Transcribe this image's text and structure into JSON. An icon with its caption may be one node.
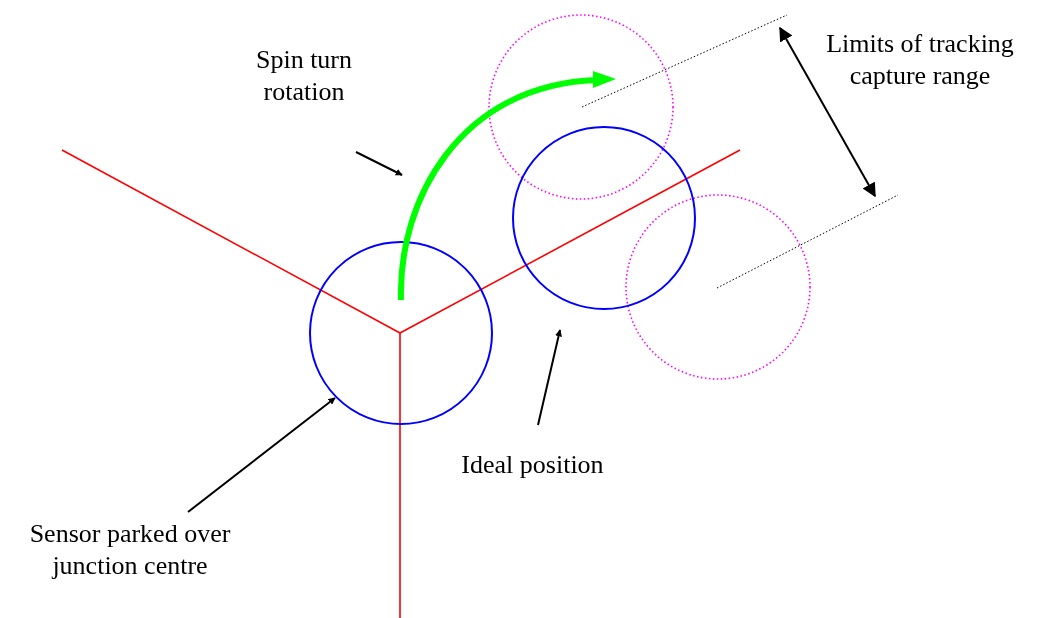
{
  "diagram": {
    "nodes": [
      {
        "text": [
          "Spin turn rotation"
        ]
      },
      {
        "text": [
          "Limits of tracking capture range"
        ]
      },
      {
        "text": [
          "Ideal position"
        ]
      },
      {
        "text": [
          "Sensor parked over junction centre"
        ]
      },
      {
        "text": [],
        "shape": "circle"
      },
      {
        "text": [],
        "shape": "circle"
      },
      {
        "text": [],
        "shape": "arrow"
      },
      {
        "text": [],
        "shape": "circle"
      },
      {
        "text": [],
        "shape": "circle"
      }
    ],
    "edges": [
      {
        "from": 0,
        "to": 6,
        "arrow": "to"
      },
      {
        "from": 2,
        "to": 5,
        "arrow": "to"
      },
      {
        "from": 3,
        "to": 4,
        "arrow": "to"
      }
    ]
  }
}
